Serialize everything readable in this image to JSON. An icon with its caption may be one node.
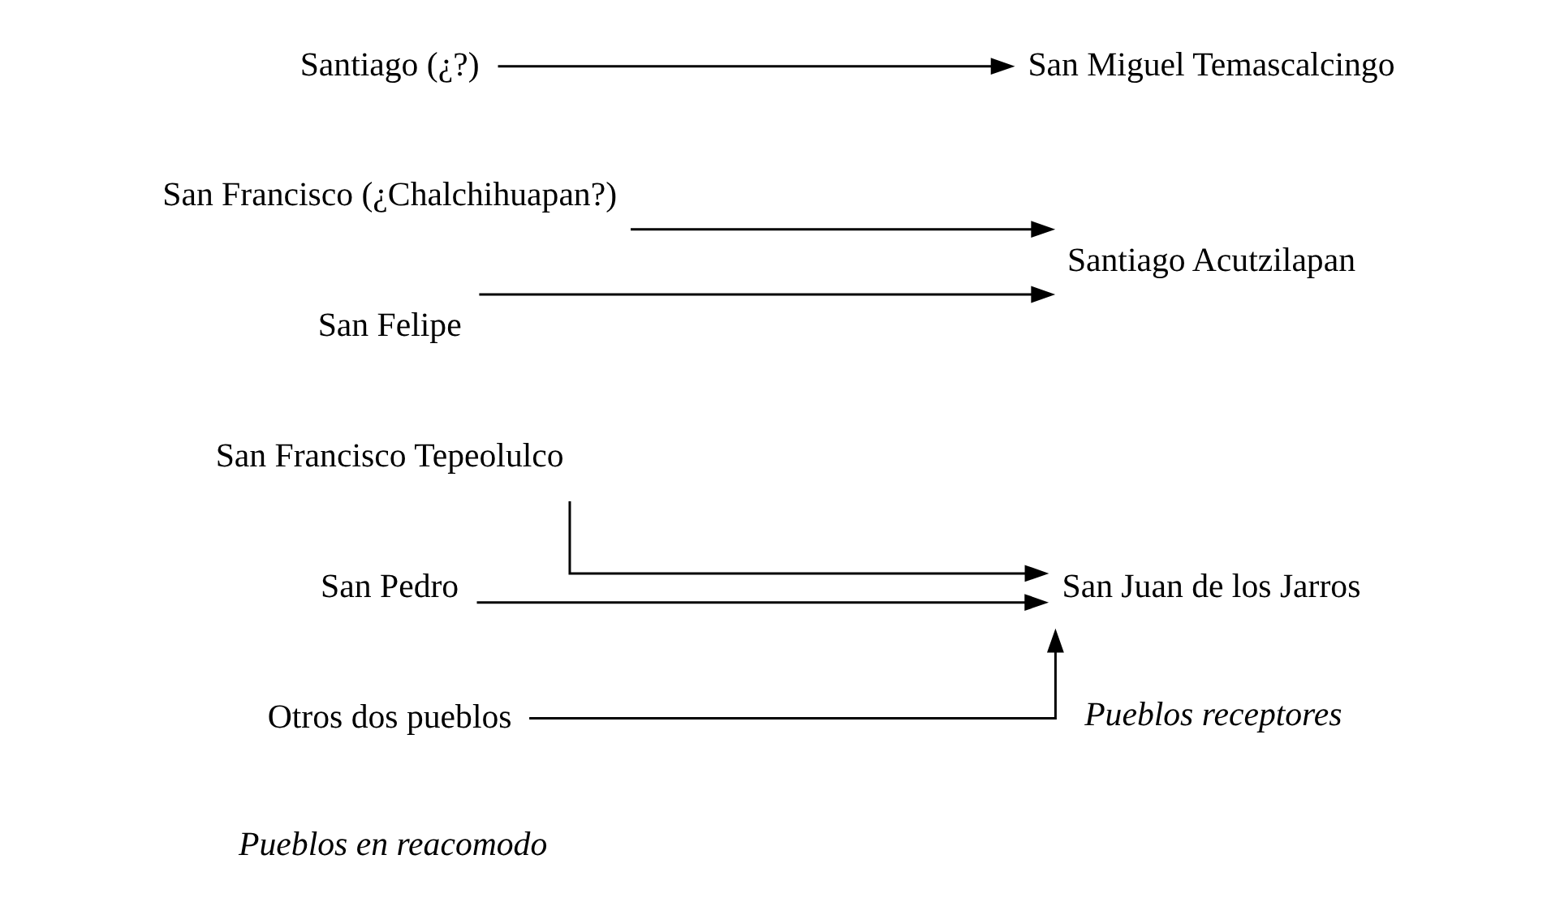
{
  "diagram": {
    "nodes": [
      {
        "text": [
          "San Francisco Tepeolulco"
        ]
      },
      {
        "text": [
          "San Pedro"
        ]
      },
      {
        "text": [
          "Otros dos pueblos"
        ]
      },
      {
        "text": [
          "San Juan de los Jarros"
        ]
      },
      {
        "text": [
          "San Francisco (¿Chalchihuapan?)"
        ]
      },
      {
        "text": [
          "San Felipe"
        ]
      },
      {
        "text": [
          "Santiago Acutzilapan"
        ]
      },
      {
        "text": [
          "Santiago (¿?)"
        ]
      },
      {
        "text": [
          "San Miguel Temascalcingo"
        ]
      }
    ],
    "edges": [
      {
        "from": 0,
        "to": 3,
        "arrow": "to"
      },
      {
        "from": 1,
        "to": 3,
        "arrow": "to"
      },
      {
        "from": 2,
        "to": 3,
        "arrow": "to"
      },
      {
        "from": 4,
        "to": 6,
        "arrow": "to"
      },
      {
        "from": 5,
        "to": 6,
        "arrow": "to"
      },
      {
        "from": 7,
        "to": 8,
        "arrow": "to"
      }
    ],
    "labels": [
      "Pueblos en reacomodo",
      "Pueblos receptores"
    ]
  }
}
